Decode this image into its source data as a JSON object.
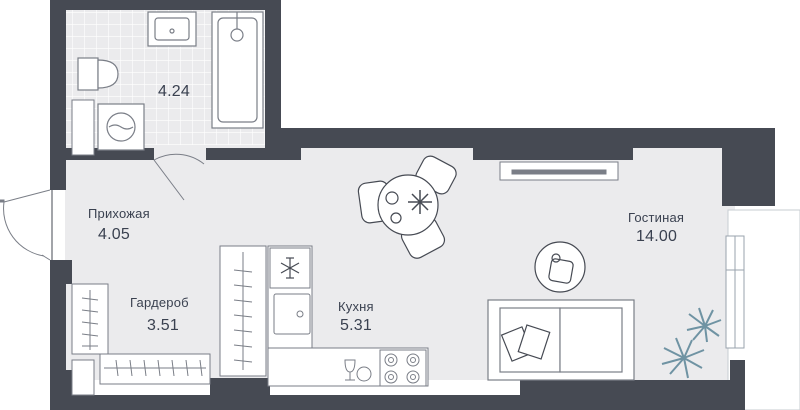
{
  "rooms": {
    "bathroom": {
      "label": "",
      "area": "4.24"
    },
    "hallway": {
      "label": "Прихожая",
      "area": "4.05"
    },
    "wardrobe": {
      "label": "Гардероб",
      "area": "3.51"
    },
    "kitchen": {
      "label": "Кухня",
      "area": "5.31"
    },
    "living": {
      "label": "Гостиная",
      "area": "14.00"
    }
  },
  "colors": {
    "wall": "#464a53",
    "floor": "#ebebed",
    "tile_grid": "#ffffff",
    "line": "#7a7e87",
    "plant": "#6f93a3",
    "text": "#3a4150"
  },
  "icons": [
    "sink-icon",
    "toilet-icon",
    "bathtub-icon",
    "washing-machine-icon",
    "dining-table-icon",
    "chair-icon",
    "plant-icon",
    "tv-icon",
    "sofa-icon",
    "stove-icon",
    "fridge-icon",
    "wine-glass-icon",
    "hanger-icon",
    "door-icon",
    "window-icon",
    "armchair-icon"
  ]
}
